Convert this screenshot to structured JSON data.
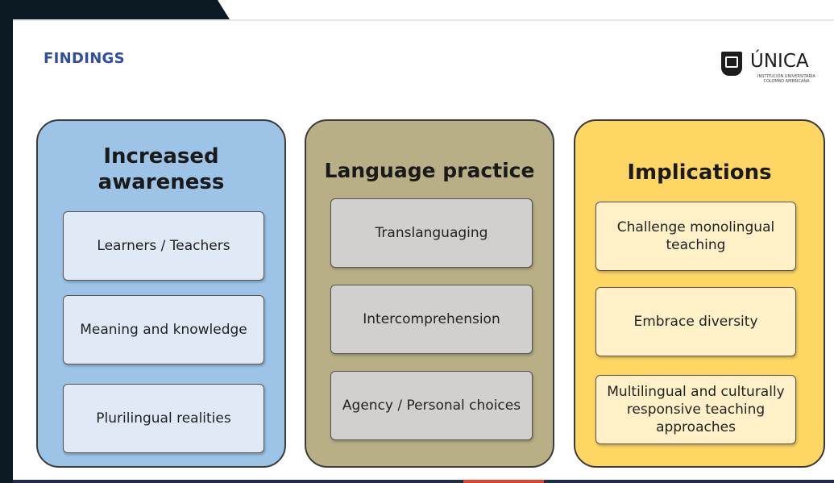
{
  "slide": {
    "title": "FINDINGS",
    "logo": {
      "name": "ÚNICA",
      "subtitle": "INSTITUCIÓN UNIVERSITARIA COLOMBO AMERICANA"
    }
  },
  "columns": [
    {
      "heading": "Increased awareness",
      "color": "#9dc3e6",
      "items": [
        "Learners / Teachers",
        "Meaning and knowledge",
        "Plurilingual realities"
      ]
    },
    {
      "heading": "Language practice",
      "color": "#b9af86",
      "items": [
        "Translanguaging",
        "Intercomprehension",
        "Agency / Personal choices"
      ]
    },
    {
      "heading": "Implications",
      "color": "#fdd663",
      "items": [
        "Challenge monolingual teaching",
        "Embrace diversity",
        "Multilingual and culturally responsive teaching approaches"
      ]
    }
  ]
}
